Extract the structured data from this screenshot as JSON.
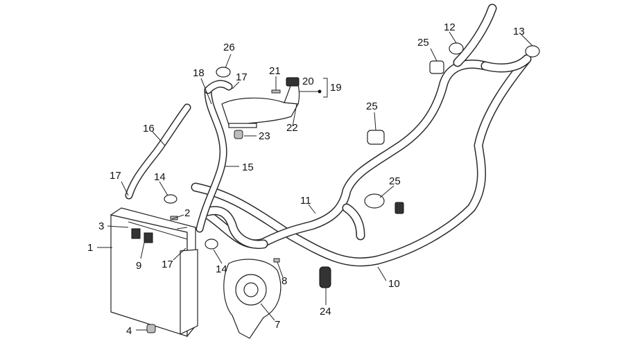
{
  "labels": [
    {
      "id": "l1",
      "text": "1"
    },
    {
      "id": "l2",
      "text": "2"
    },
    {
      "id": "l3",
      "text": "3"
    },
    {
      "id": "l4",
      "text": "4"
    },
    {
      "id": "l7",
      "text": "7"
    },
    {
      "id": "l8",
      "text": "8"
    },
    {
      "id": "l9",
      "text": "9"
    },
    {
      "id": "l10",
      "text": "10"
    },
    {
      "id": "l11",
      "text": "11"
    },
    {
      "id": "l12",
      "text": "12"
    },
    {
      "id": "l13",
      "text": "13"
    },
    {
      "id": "l14a",
      "text": "14"
    },
    {
      "id": "l14b",
      "text": "14"
    },
    {
      "id": "l15",
      "text": "15"
    },
    {
      "id": "l16",
      "text": "16"
    },
    {
      "id": "l17a",
      "text": "17"
    },
    {
      "id": "l17b",
      "text": "17"
    },
    {
      "id": "l17c",
      "text": "17"
    },
    {
      "id": "l18",
      "text": "18"
    },
    {
      "id": "l19",
      "text": "19"
    },
    {
      "id": "l20",
      "text": "20"
    },
    {
      "id": "l21",
      "text": "21"
    },
    {
      "id": "l22",
      "text": "22"
    },
    {
      "id": "l23",
      "text": "23"
    },
    {
      "id": "l24",
      "text": "24"
    },
    {
      "id": "l25a",
      "text": "25"
    },
    {
      "id": "l25b",
      "text": "25"
    },
    {
      "id": "l25c",
      "text": "25"
    },
    {
      "id": "l26",
      "text": "26"
    }
  ]
}
